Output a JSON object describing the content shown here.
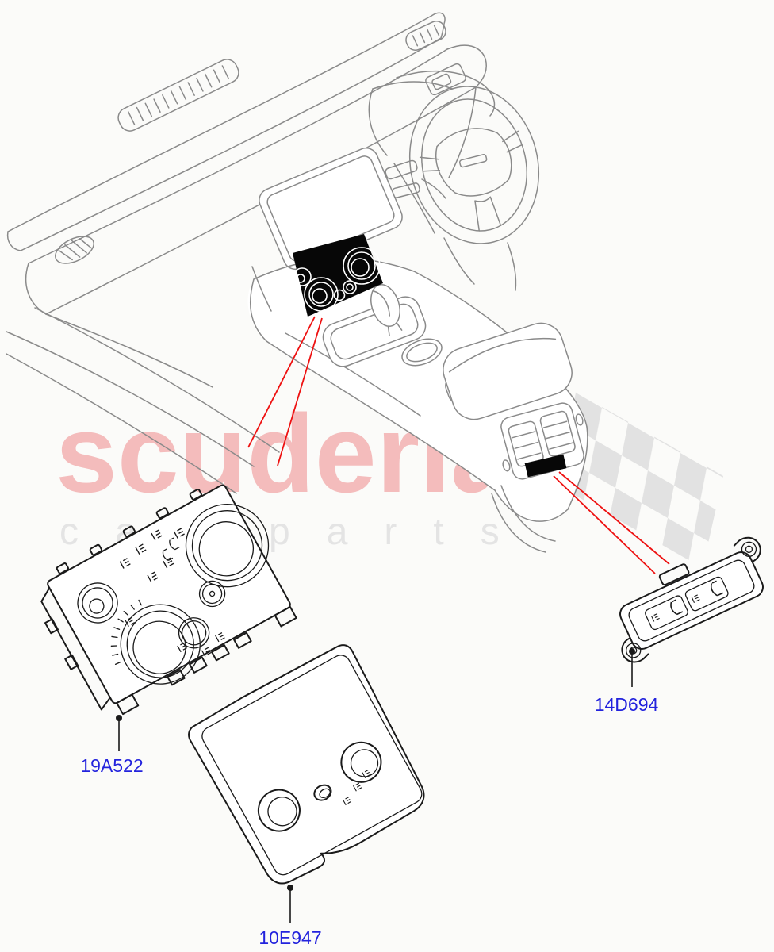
{
  "page": {
    "background_color": "#fbfbf9"
  },
  "watermark": {
    "brand": "scuderia",
    "tagline": "car parts",
    "brand_color": "#f4bcbc",
    "tagline_color": "#e4e4e4",
    "flag_color": "#e2e2e2"
  },
  "diagram": {
    "illustration_color": "#8a8a8a",
    "part_ink_color": "#1a1a1a",
    "highlight_color": "#070707",
    "callout_color": "#ee1111",
    "label_color": "#2323dd"
  },
  "parts": [
    {
      "code": "19A522"
    },
    {
      "code": "10E947"
    },
    {
      "code": "14D694"
    }
  ]
}
